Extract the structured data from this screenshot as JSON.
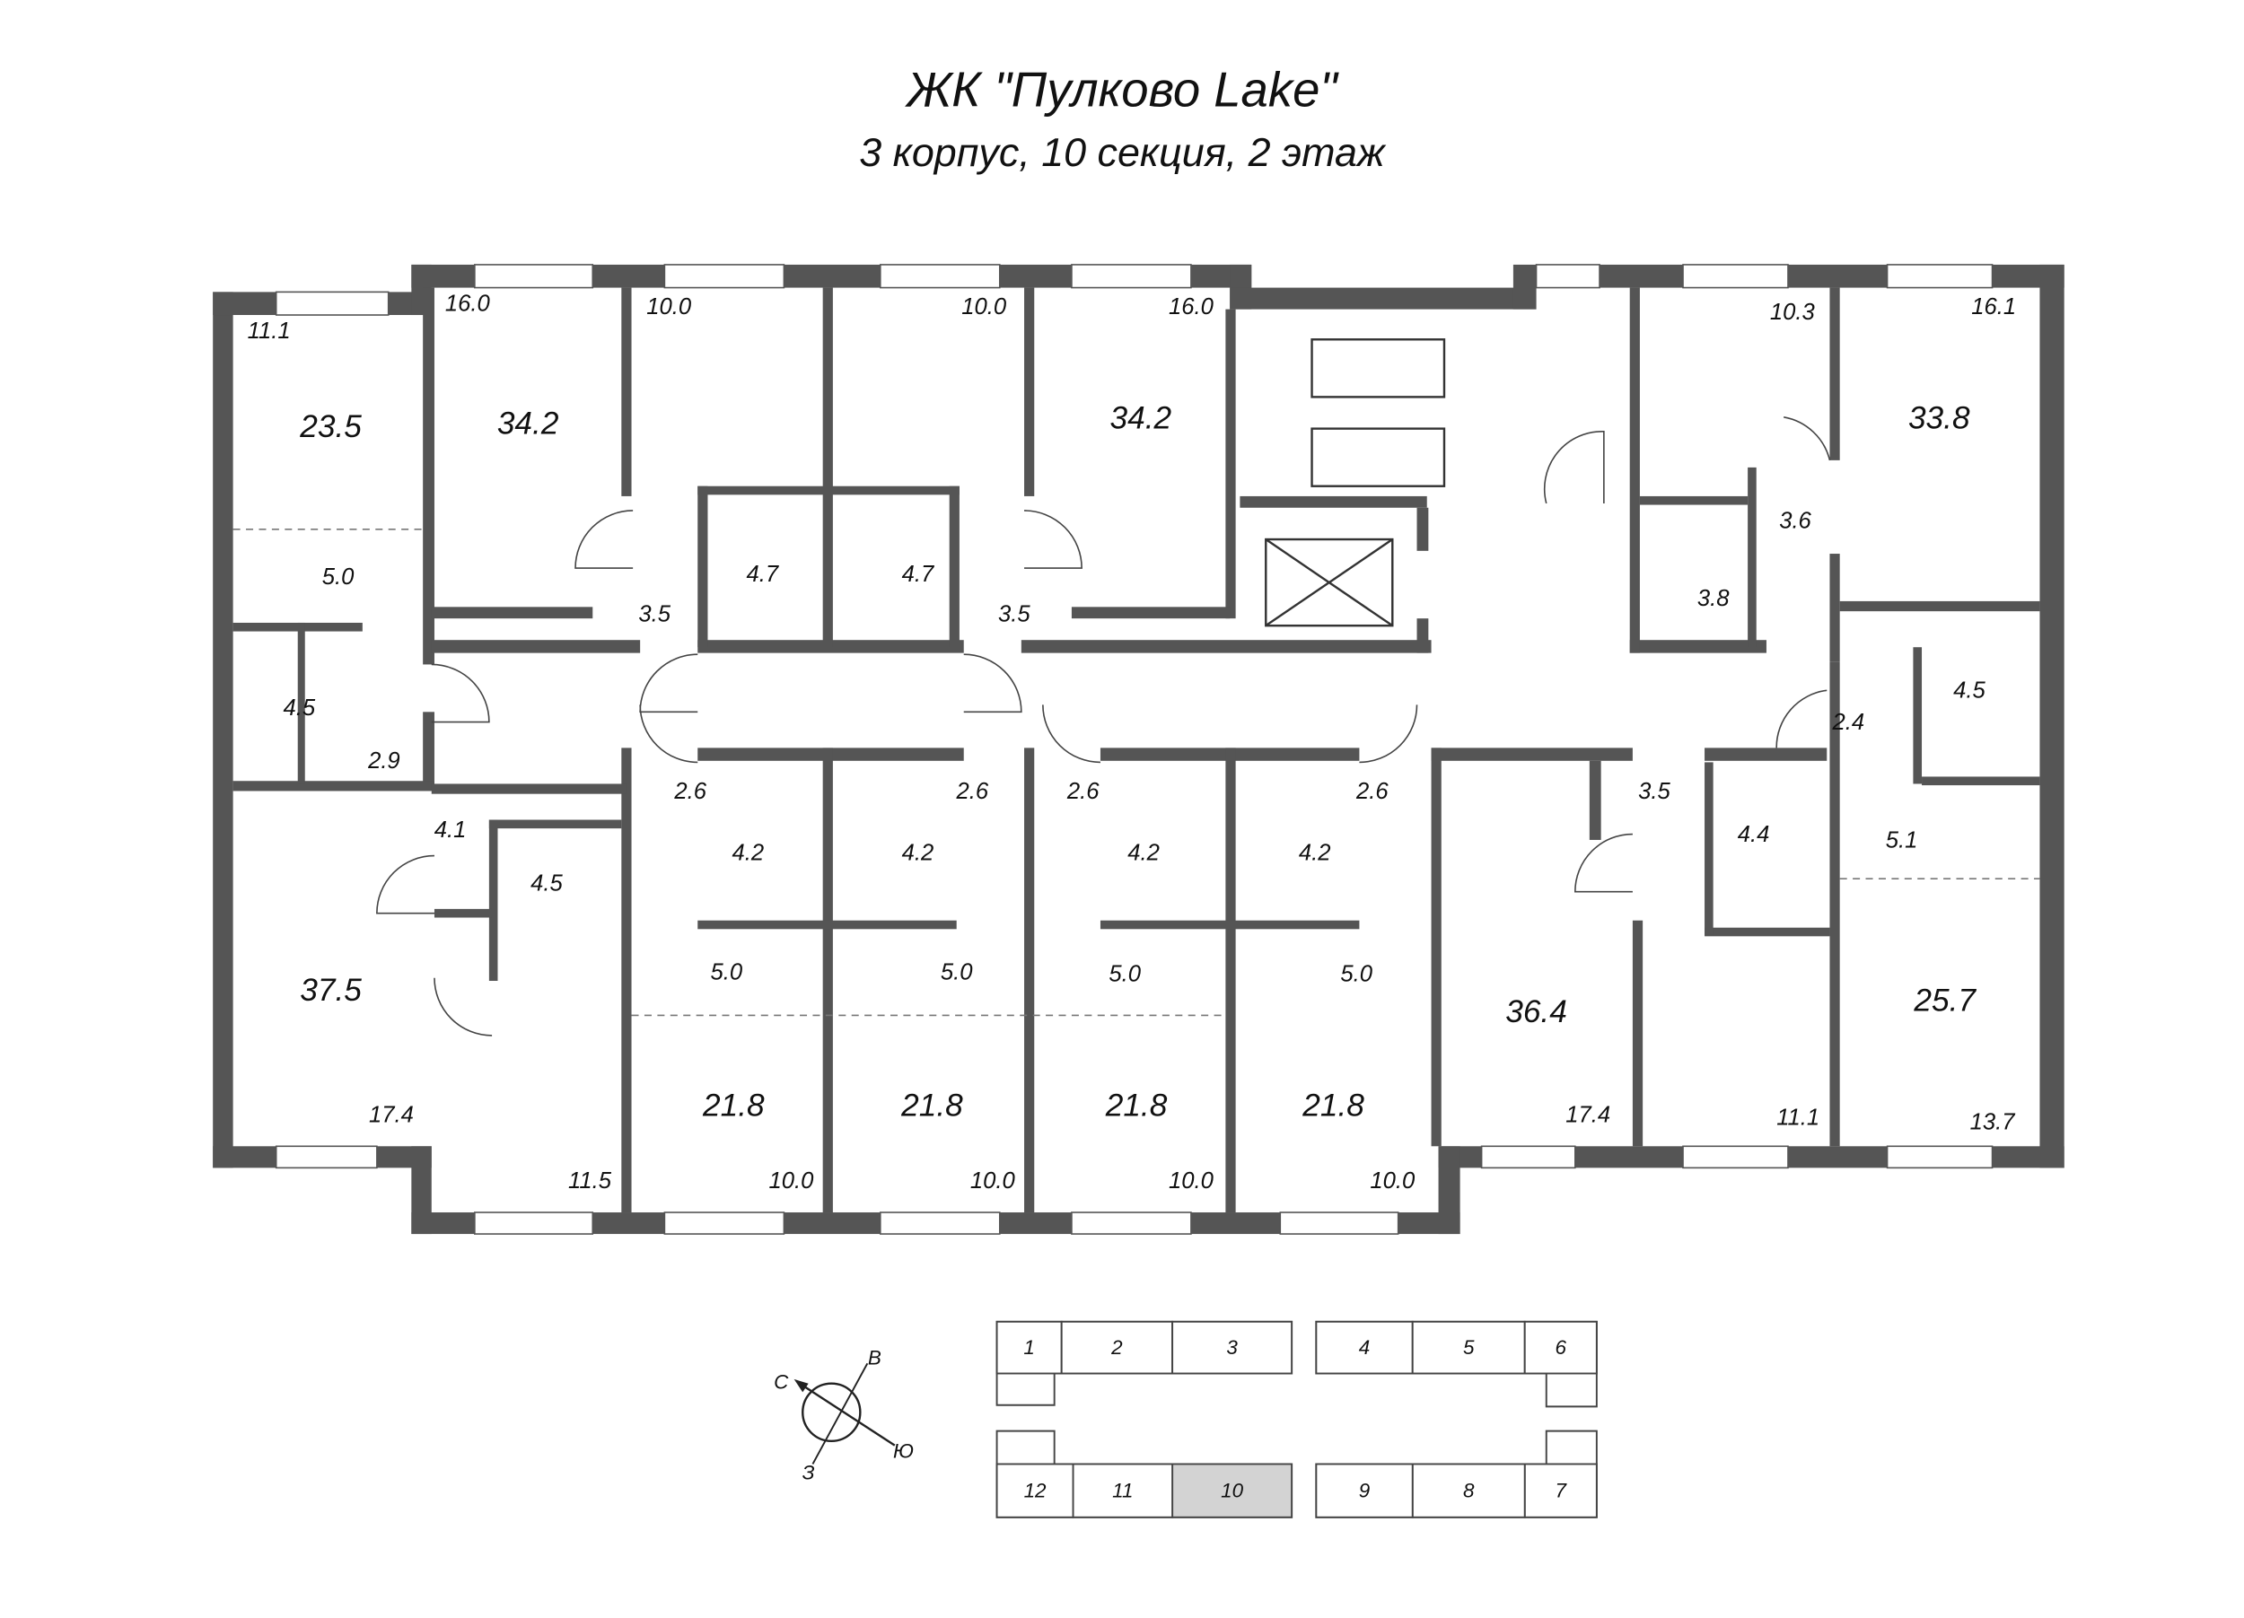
{
  "header": {
    "title": "ЖК \"Пулково Lake\"",
    "subtitle": "3 корпус, 10 секция, 2 этаж"
  },
  "rooms": [
    "11.1",
    "23.5",
    "5.0",
    "4.5",
    "2.9",
    "4.1",
    "4.5",
    "37.5",
    "17.4",
    "11.5",
    "16.0",
    "34.2",
    "10.0",
    "4.7",
    "3.5",
    "10.0",
    "4.7",
    "3.5",
    "16.0",
    "34.2",
    "2.6",
    "4.2",
    "5.0",
    "21.8",
    "10.0",
    "2.6",
    "4.2",
    "5.0",
    "21.8",
    "10.0",
    "2.6",
    "4.2",
    "5.0",
    "21.8",
    "10.0",
    "2.6",
    "4.2",
    "5.0",
    "21.8",
    "10.0",
    "36.4",
    "17.4",
    "3.5",
    "4.4",
    "11.1",
    "10.3",
    "16.1",
    "33.8",
    "3.6",
    "3.8",
    "4.5",
    "2.4",
    "5.1",
    "25.7",
    "13.7"
  ],
  "compass": {
    "north": "С",
    "east": "В",
    "south": "Ю",
    "west": "З"
  },
  "key_plan": {
    "sections": [
      "1",
      "2",
      "3",
      "4",
      "5",
      "6",
      "7",
      "8",
      "9",
      "10",
      "11",
      "12"
    ],
    "highlighted": "10",
    "highlight_color": "#d3d3d3"
  }
}
